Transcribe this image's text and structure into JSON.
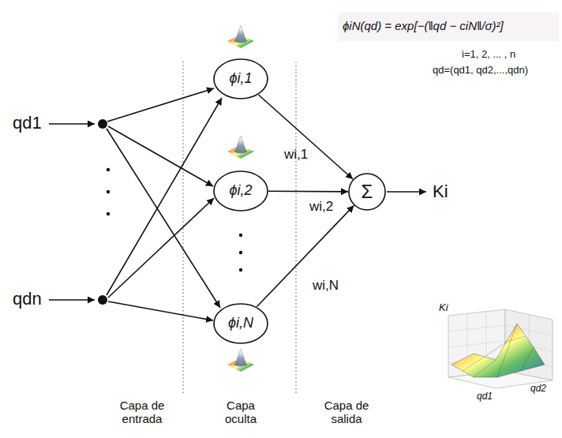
{
  "diagram": {
    "nodes": [
      {
        "text": [
          "ϕi,1"
        ]
      },
      {
        "text": [
          "ϕi,2"
        ]
      },
      {
        "text": [
          "ϕi,N"
        ]
      },
      {
        "text": [
          "Σ"
        ]
      }
    ],
    "edges": [
      {
        "from": 0,
        "to": 3,
        "arrow": "to",
        "label": "wi,1"
      },
      {
        "from": 1,
        "to": 3,
        "arrow": "to",
        "label": "wi,2"
      },
      {
        "from": 2,
        "to": 3,
        "arrow": "to",
        "label": "wi,N"
      }
    ],
    "labels": [
      "qd1",
      "qdn",
      "Ki",
      "ϕiN(qd) = exp[−(‖qd − ciN‖/σ)²]",
      "i=1, 2, ... , n",
      "qd=(qd1, qd2,...,qdn)",
      "Ki",
      "qd1",
      "qd2",
      "Capa de entrada",
      "Capa oculta",
      "Capa de salida"
    ]
  }
}
